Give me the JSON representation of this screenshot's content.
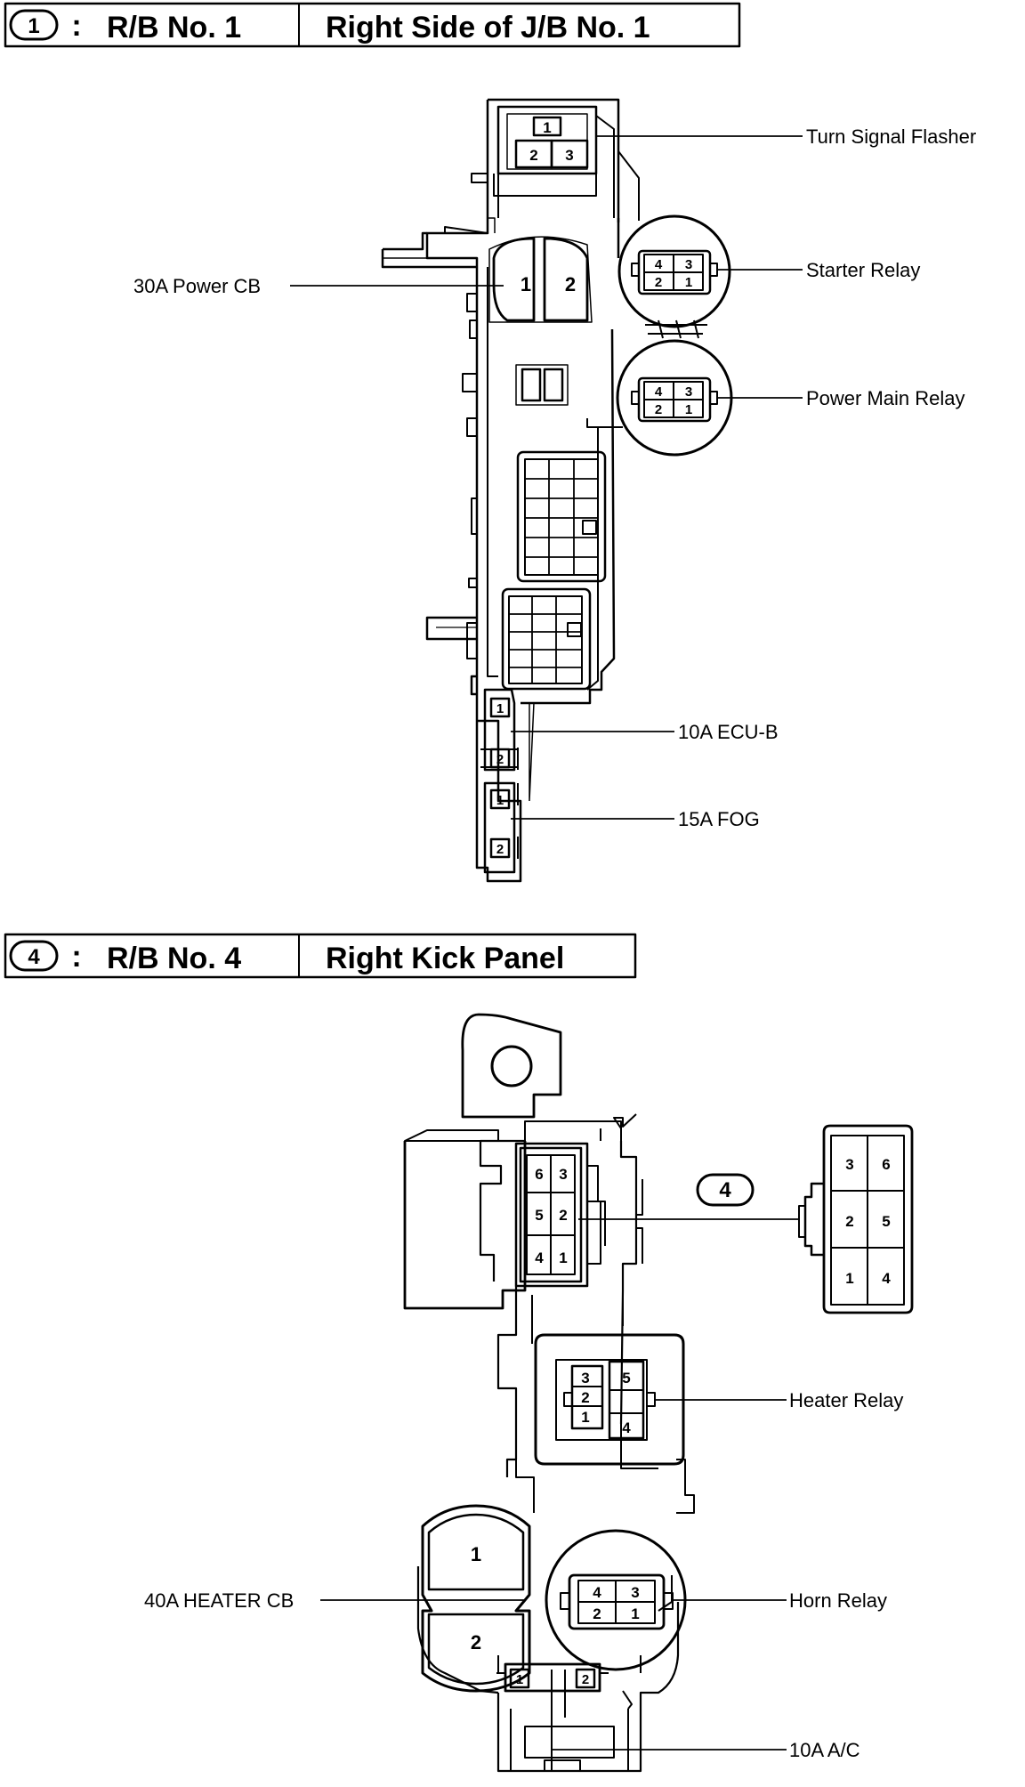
{
  "section1": {
    "badge": "1",
    "title_sep": ":",
    "title": "R/B No. 1",
    "location": "Right Side of J/B No. 1",
    "labels": {
      "turn_signal_flasher": "Turn Signal Flasher",
      "starter_relay": "Starter Relay",
      "power_cb": "30A Power CB",
      "power_main_relay": "Power Main Relay",
      "ecu_b": "10A ECU-B",
      "fog": "15A FOG"
    }
  },
  "section4": {
    "badge": "4",
    "title_sep": ":",
    "title": "R/B No. 4",
    "location": "Right Kick Panel",
    "connector_callout": "4",
    "labels": {
      "heater_relay": "Heater Relay",
      "heater_cb": "40A HEATER CB",
      "horn_relay": "Horn Relay",
      "ac": "10A A/C"
    }
  },
  "pins": [
    "1",
    "2",
    "3",
    "4",
    "5",
    "6"
  ]
}
